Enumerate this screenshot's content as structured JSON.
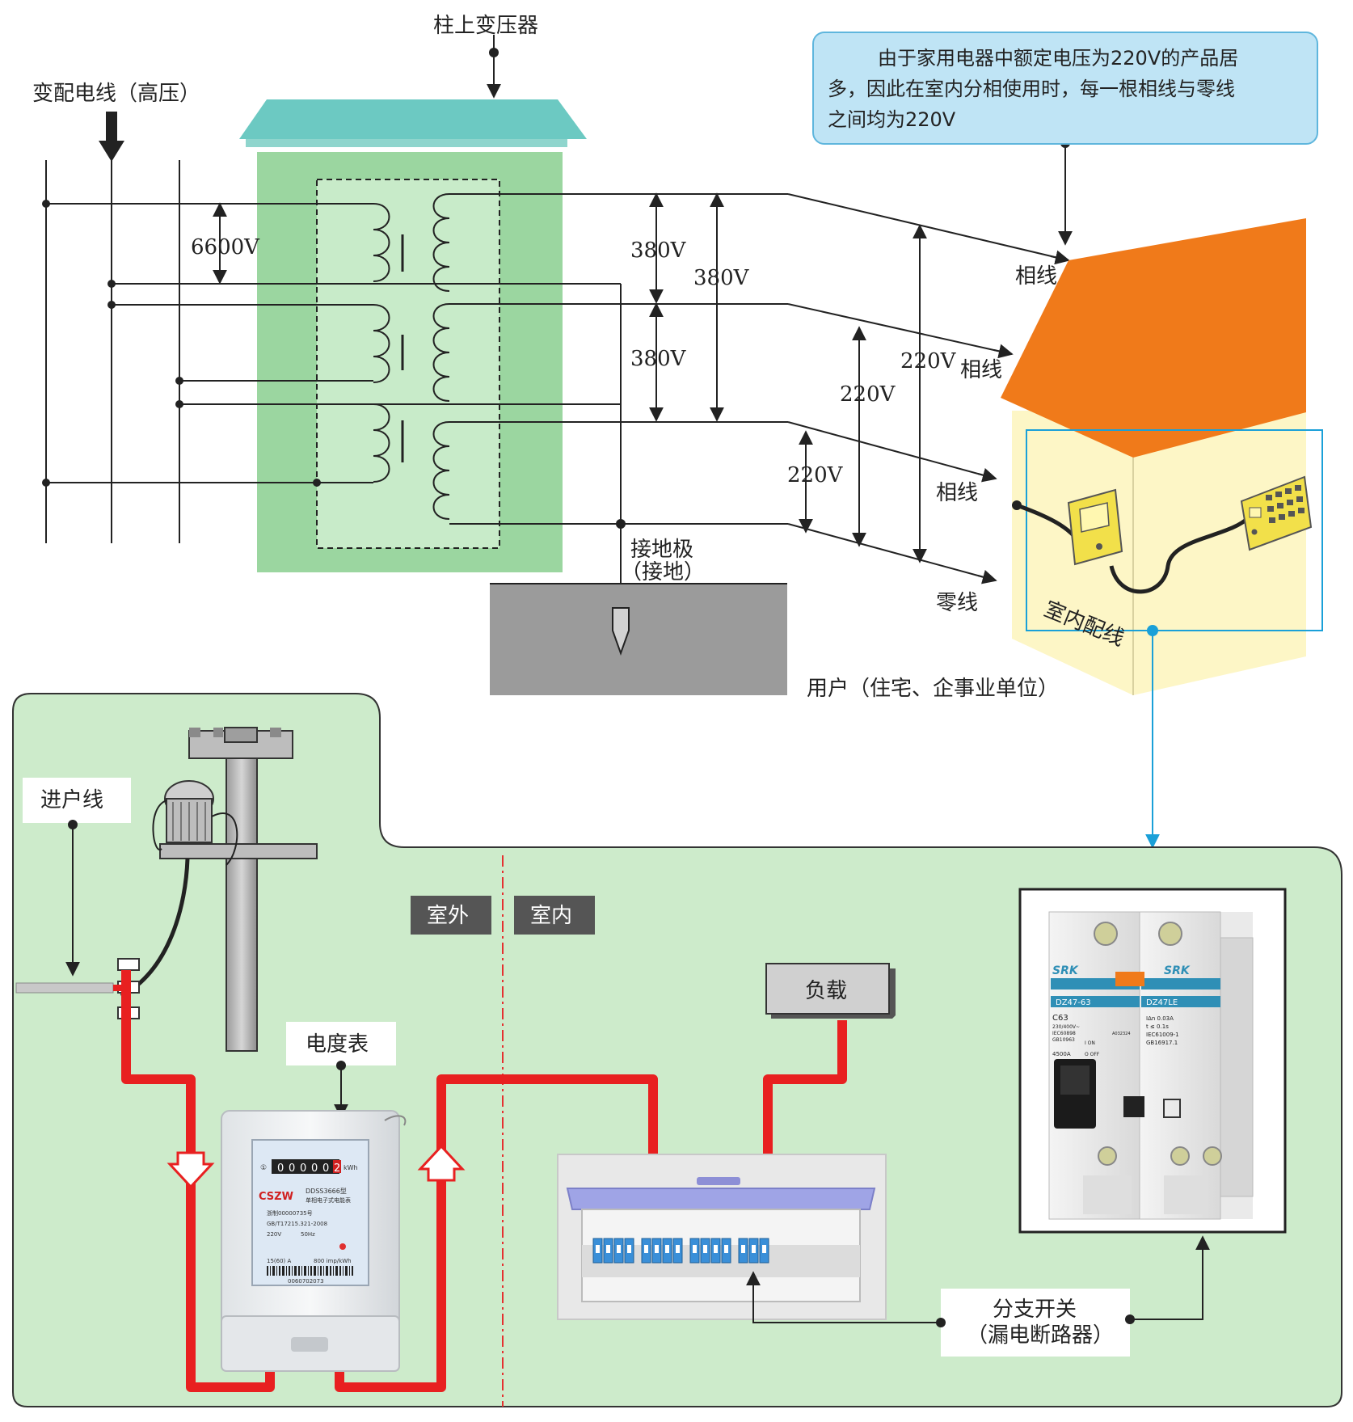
{
  "top": {
    "pole_transformer": "柱上变压器",
    "hv_line": "变配电线（高压）",
    "v_6600": "6600V",
    "v_380_a": "380V",
    "v_380_b": "380V",
    "v_380_c": "380V",
    "v_220_a": "220V",
    "v_220_b": "220V",
    "v_220_c": "220V",
    "phase_1": "相线",
    "phase_2": "相线",
    "phase_3": "相线",
    "neutral": "零线",
    "ground_1": "接地极",
    "ground_2": "（接地）",
    "indoor_wiring": "室内配线",
    "user": "用户（住宅、企事业单位）",
    "note_lines": [
      "由于家用电器中额定电压为220V的产品居",
      "多，因此在室内分相使用时，每一根相线与零线",
      "之间均为220V"
    ]
  },
  "bottom": {
    "service_line": "进户线",
    "meter": "电度表",
    "outdoor": "室外",
    "indoor": "室内",
    "load": "负载",
    "branch_1": "分支开关",
    "branch_2": "（漏电断路器）",
    "meter_face": {
      "digits": [
        "0",
        "0",
        "0",
        "0",
        "0",
        "2"
      ],
      "unit": "kWh",
      "brand": "CSZW",
      "model": "DDSS3666型",
      "desc": "单相电子式电能表",
      "cert": "浙制00000735号",
      "std": "GB/T17215.321-2008",
      "volt": "220V",
      "freq": "50Hz",
      "current": "15(60) A",
      "imp": "800 imp/kWh",
      "serial": "0060702073"
    },
    "breaker": {
      "brand": "SRK",
      "model_left": "DZ47-63",
      "model_right": "DZ47LE",
      "rating": "C63",
      "spec": "230/400V~",
      "std_left": "IEC60898",
      "std_left2": "GB10963",
      "on": "I ON",
      "off": "O OFF",
      "cap": "4500A",
      "idn": "IΔn 0.03A",
      "time": "t ≤ 0.1s",
      "std_right": "IEC61009-1",
      "std_right2": "GB16917.1",
      "ccc": "A032324"
    }
  },
  "colors": {
    "transformer": "#9bd6a0",
    "roof": "#f07a1a",
    "house": "#fdf6c6",
    "panel_bg": "#cdebcb",
    "cable": "#e82020",
    "note_bg": "#bfe4f5",
    "callout": "#1aa0d8"
  }
}
